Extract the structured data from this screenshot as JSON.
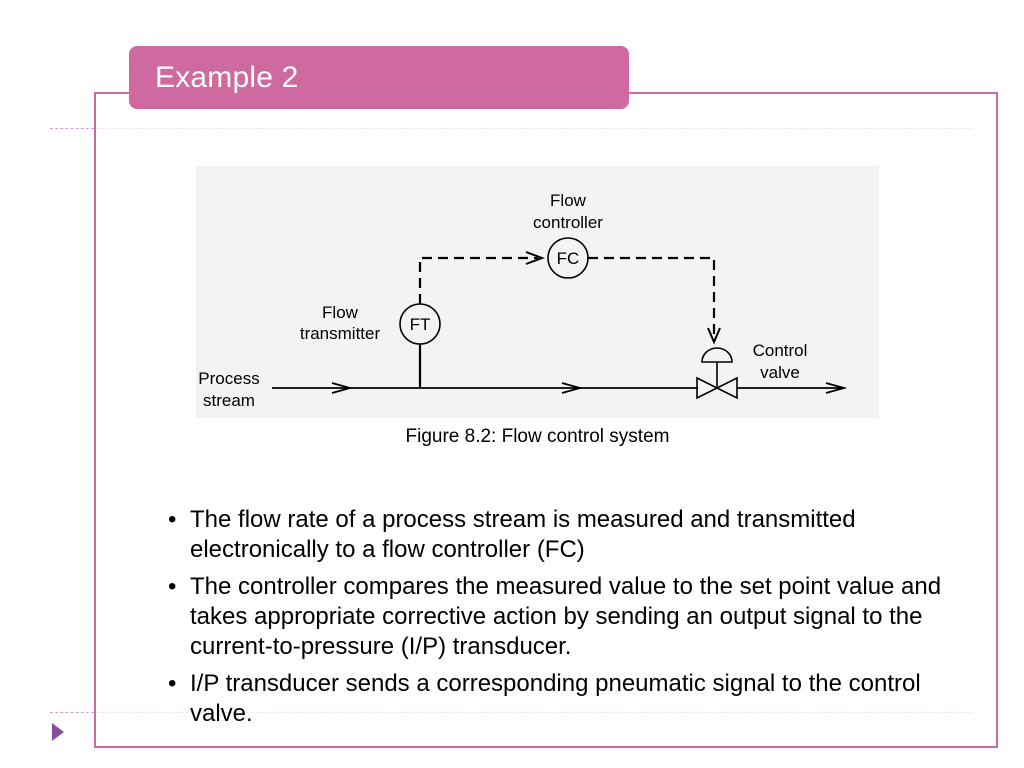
{
  "slide": {
    "title": "Example 2"
  },
  "figure": {
    "caption": "Figure 8.2: Flow control system",
    "labels": {
      "flow_controller_line1": "Flow",
      "flow_controller_line2": "controller",
      "fc_symbol": "FC",
      "flow_transmitter_line1": "Flow",
      "flow_transmitter_line2": "transmitter",
      "ft_symbol": "FT",
      "process_stream_line1": "Process",
      "process_stream_line2": "stream",
      "control_valve_line1": "Control",
      "control_valve_line2": "valve"
    }
  },
  "bullets": [
    "The flow rate of a process stream is measured and transmitted electronically to a flow controller (FC)",
    "The controller compares the measured value to the set point value and takes appropriate corrective action by sending an output signal to the current-to-pressure (I/P) transducer.",
    "I/P transducer sends a corresponding pneumatic signal to the control valve."
  ],
  "colors": {
    "accent": "#cf6aa0",
    "frame": "#c76aa6",
    "nav_arrow": "#8a4b9e",
    "figure_bg": "#f3f3f1"
  }
}
